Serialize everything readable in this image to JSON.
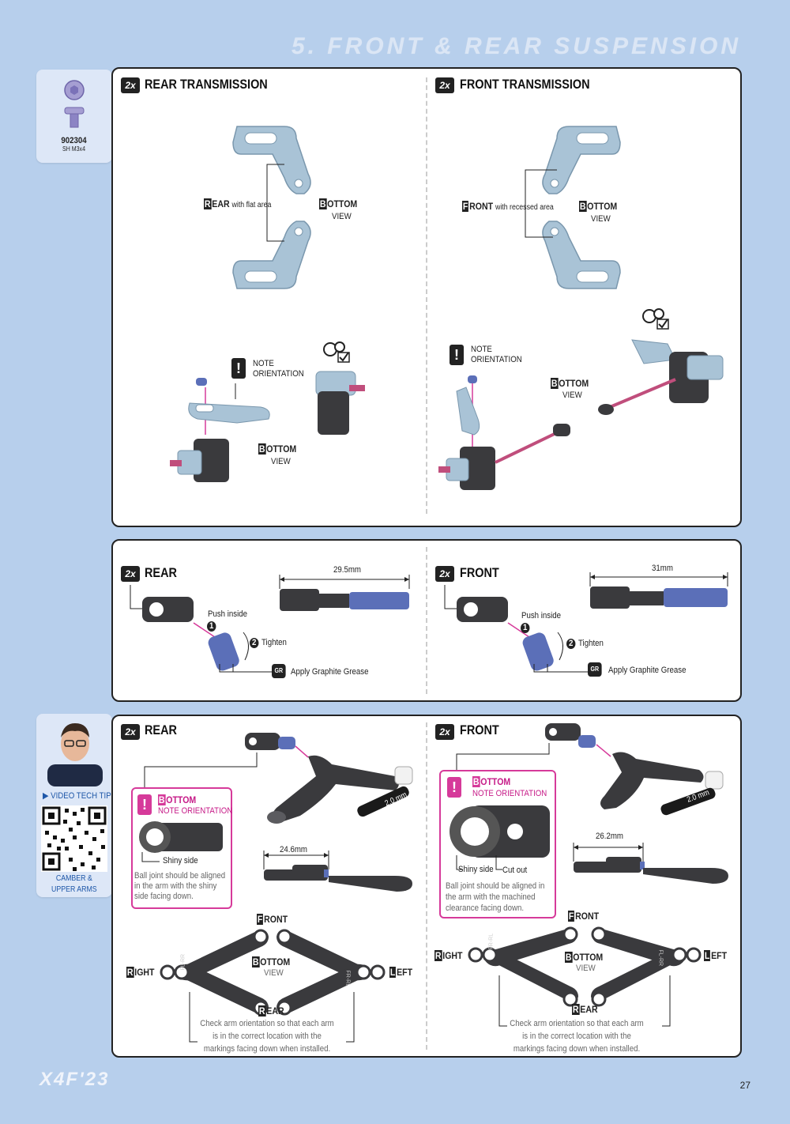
{
  "page": {
    "title": "5. FRONT & REAR SUSPENSION",
    "logo": "X4F'23",
    "page_number": "27"
  },
  "side_part": {
    "part_number": "902304",
    "part_desc": "SH M3x4"
  },
  "video_tip": {
    "label": "VIDEO TECH TIP",
    "caption": "CAMBER & UPPER ARMS"
  },
  "qty_badge": "2x",
  "panel1": {
    "left": {
      "title": "REAR TRANSMISSION",
      "orient_label_cap": "R",
      "orient_label_rest": "EAR",
      "orient_desc": "with flat area",
      "bottom_cap": "B",
      "bottom_rest": "OTTOM",
      "view": "VIEW",
      "note_l1": "NOTE",
      "note_l2": "ORIENTATION",
      "bottom2_cap": "B",
      "bottom2_rest": "OTTOM",
      "view2": "VIEW"
    },
    "right": {
      "title": "FRONT TRANSMISSION",
      "orient_label_cap": "F",
      "orient_label_rest": "RONT",
      "orient_desc": "with recessed area",
      "bottom_cap": "B",
      "bottom_rest": "OTTOM",
      "view": "VIEW",
      "note_l1": "NOTE",
      "note_l2": "ORIENTATION",
      "bottom2_cap": "B",
      "bottom2_rest": "OTTOM",
      "view2": "VIEW"
    }
  },
  "panel2": {
    "left": {
      "title": "REAR",
      "length": "29.5mm",
      "step1": "Push inside",
      "step1_num": "1",
      "step2": "Tighten",
      "step2_num": "2",
      "grease": "Apply Graphite Grease",
      "grease_icon": "GR"
    },
    "right": {
      "title": "FRONT",
      "length": "31mm",
      "step1": "Push inside",
      "step1_num": "1",
      "step2": "Tighten",
      "step2_num": "2",
      "grease": "Apply Graphite Grease",
      "grease_icon": "GR"
    }
  },
  "panel3": {
    "left": {
      "title": "REAR",
      "note_bottom_cap": "B",
      "note_bottom_rest": "OTTOM",
      "note_orient": "NOTE ORIENTATION",
      "shiny": "Shiny side",
      "note_text": "Ball joint should be aligned in the arm with the shiny side facing down.",
      "tool": "2.0 mm",
      "length": "24.6mm",
      "front_cap": "F",
      "front_rest": "RONT",
      "right_cap": "R",
      "right_rest": "IGHT",
      "left_cap": "L",
      "left_rest": "EFT",
      "rear_cap": "R",
      "rear_rest": "EAR",
      "bottom_cap": "B",
      "bottom_rest": "OTTOM",
      "view": "VIEW",
      "check": "Check arm orientation so that each arm is in the correct location with the markings facing down when installed.",
      "mark_l": "FL-RR",
      "mark_r": "FR-RL"
    },
    "right": {
      "title": "FRONT",
      "note_bottom_cap": "B",
      "note_bottom_rest": "OTTOM",
      "note_orient": "NOTE ORIENTATION",
      "shiny": "Shiny side",
      "cutout": "Cut out",
      "note_text": "Ball joint should be aligned in the arm with the machined clearance facing down.",
      "tool": "2.0 mm",
      "length": "26.2mm",
      "front_cap": "F",
      "front_rest": "RONT",
      "right_cap": "R",
      "right_rest": "IGHT",
      "left_cap": "L",
      "left_rest": "EFT",
      "rear_cap": "R",
      "rear_rest": "EAR",
      "bottom_cap": "B",
      "bottom_rest": "OTTOM",
      "view": "VIEW",
      "check": "Check arm orientation so that each arm is in the correct location with the markings facing down when installed.",
      "mark_l": "FR-RL",
      "mark_r": "FL-RR"
    }
  },
  "colors": {
    "background": "#b7cfec",
    "accent_pink": "#d63a9a",
    "part_blue": "#a9c3d6",
    "part_dark": "#3a3a3d",
    "steel_blue": "#5b6fb8"
  }
}
